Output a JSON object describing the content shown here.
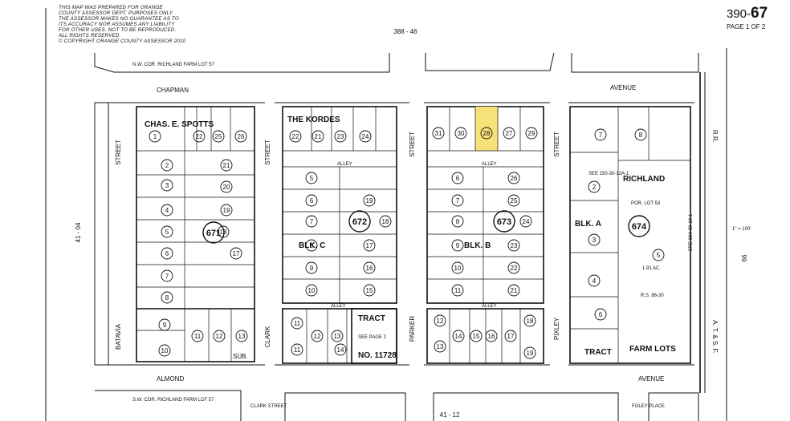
{
  "disclaimer": [
    "THIS MAP WAS PREPARED FOR ORANGE",
    "COUNTY ASSESSOR DEPT. PURPOSES ONLY.",
    "THE ASSESSOR MAKES NO GUARANTEE AS TO",
    "ITS ACCURACY NOR ASSUMES ANY LIABILITY",
    "FOR OTHER USES. NOT TO BE REPRODUCED.",
    "ALL RIGHTS RESERVED.",
    "© COPYRIGHT ORANGE COUNTY ASSESSOR 2010"
  ],
  "page": {
    "book": "390-",
    "page": "67",
    "of": "PAGE 1 OF 2"
  },
  "refs": {
    "top": "388 - 46",
    "bottom": "41 - 12",
    "left": "41 - 04",
    "right": "66"
  },
  "corners": {
    "nw": "N.W. COR. RICHLAND FARM LOT 57",
    "sw": "S.W. COR. RICHLAND FARM LOT 57"
  },
  "streets": {
    "chapman": "CHAPMAN",
    "avenue_n": "AVENUE",
    "almond": "ALMOND",
    "avenue_s": "AVENUE",
    "batavia": "BATAVIA",
    "street": "STREET",
    "clark": "CLARK",
    "parker": "PARKER",
    "pixley": "PIXLEY",
    "clark_street": "CLARK STREET",
    "foley_place": "FOLEY PLACE",
    "rr": "R.R.",
    "atsf": "A. T. & S. F.",
    "alley": "ALLEY"
  },
  "tracts": {
    "spotts": "CHAS. E. SPOTTS",
    "kordes": "THE KORDES",
    "richland": "RICHLAND",
    "sub": "SUB.",
    "tract": "TRACT",
    "see_page": "SEE PAGE 2",
    "tract_no": "NO. 11728",
    "farm_lots": "FARM LOTS",
    "tract2": "TRACT",
    "blk_a": "BLK. A",
    "blk_b": "BLK. B",
    "blk_c": "BLK. C",
    "por_lot": "POR. LOT 53",
    "ac": "1.91 AC.",
    "rs": "R.S. 86-30",
    "scale": "1\" = 100'",
    "see_ref": "SEE 150-30-12A-1",
    "sre": "SRE 604-30-10-1"
  },
  "blocks": [
    "671",
    "672",
    "673",
    "674"
  ],
  "highlight": {
    "parcel": "28",
    "color": "#f7e27a"
  },
  "parcels": {
    "spotts_top": [
      "1",
      "22",
      "25",
      "26"
    ],
    "spotts_left": [
      "2",
      "3",
      "4",
      "5",
      "6",
      "7",
      "8",
      "9",
      "10"
    ],
    "spotts_right": [
      "21",
      "20",
      "19",
      "18",
      "17"
    ],
    "spotts_bottom": [
      "11",
      "12",
      "13"
    ],
    "kordes_top": [
      "22",
      "21",
      "23",
      "24"
    ],
    "c_left": [
      "5",
      "6",
      "7",
      "8",
      "9",
      "10",
      "11"
    ],
    "c_right": [
      "19",
      "18",
      "17",
      "16",
      "15"
    ],
    "clark_sub": [
      "11",
      "12",
      "13",
      "14"
    ],
    "b_top": [
      "31",
      "30",
      "28",
      "27",
      "29"
    ],
    "b_left": [
      "6",
      "7",
      "8",
      "9",
      "10",
      "11"
    ],
    "b_right": [
      "26",
      "25",
      "24",
      "23",
      "22",
      "21"
    ],
    "b_bottom": [
      "12",
      "13",
      "14",
      "15",
      "16",
      "17",
      "18",
      "19"
    ],
    "a_parcels": [
      "7",
      "8",
      "2",
      "3",
      "4",
      "5",
      "6"
    ]
  }
}
